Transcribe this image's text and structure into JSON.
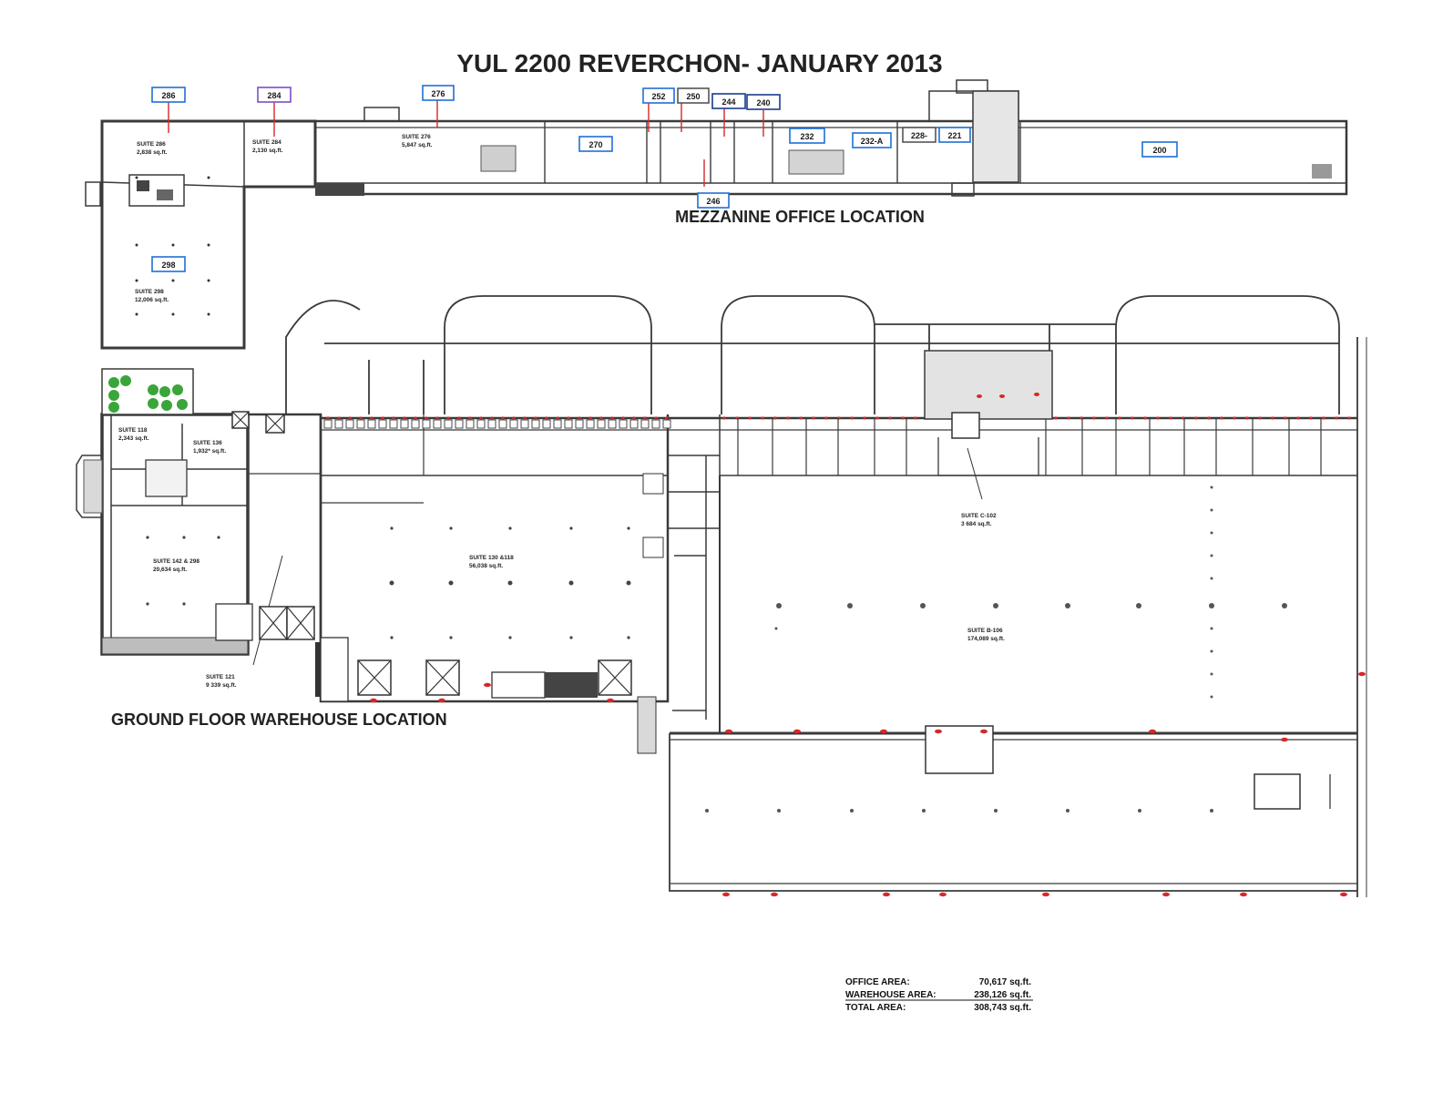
{
  "title": "YUL 2200 REVERCHON- JANUARY 2013",
  "sections": {
    "mezzanine": "MEZZANINE  OFFICE LOCATION",
    "ground": "GROUND FLOOR WAREHOUSE LOCATION"
  },
  "mezzanine_tags": [
    {
      "id": "t286",
      "label": "286"
    },
    {
      "id": "t284",
      "label": "284"
    },
    {
      "id": "t276",
      "label": "276"
    },
    {
      "id": "t252",
      "label": "252"
    },
    {
      "id": "t250",
      "label": "250"
    },
    {
      "id": "t244",
      "label": "244"
    },
    {
      "id": "t240",
      "label": "240"
    },
    {
      "id": "t270",
      "label": "270"
    },
    {
      "id": "t232",
      "label": "232"
    },
    {
      "id": "t232a",
      "label": "232-A"
    },
    {
      "id": "t228",
      "label": "228-"
    },
    {
      "id": "t221",
      "label": "221"
    },
    {
      "id": "t200",
      "label": "200"
    },
    {
      "id": "t246",
      "label": "246"
    },
    {
      "id": "t298",
      "label": "298"
    }
  ],
  "suites": [
    {
      "id": "s286",
      "name": "SUITE 286",
      "area": "2,838   sq.ft."
    },
    {
      "id": "s284",
      "name": "SUITE 284",
      "area": "2,130   sq.ft."
    },
    {
      "id": "s276",
      "name": "SUITE 276",
      "area": "5,847   sq.ft."
    },
    {
      "id": "s298",
      "name": "SUITE 298",
      "area": "12,006  sq.ft."
    },
    {
      "id": "s118",
      "name": "SUITE 118",
      "area": "2,343   sq.ft."
    },
    {
      "id": "s136",
      "name": "SUITE 136",
      "area": "1,932*  sq.ft."
    },
    {
      "id": "s142",
      "name": "SUITE 142 & 298",
      "area": "20,634   sq.ft."
    },
    {
      "id": "s121",
      "name": "SUITE 121",
      "area": "9 339   sq.ft."
    },
    {
      "id": "s130",
      "name": "SUITE 130 &118",
      "area": "56,038   sq.ft."
    },
    {
      "id": "sc102",
      "name": "SUITE C-102",
      "area": "3 684   sq.ft."
    },
    {
      "id": "sb106",
      "name": "SUITE B-106",
      "area": "174,089  sq.ft."
    }
  ],
  "area_summary": [
    {
      "label": "OFFICE  AREA:",
      "value": "70,617  sq.ft."
    },
    {
      "label": "WAREHOUSE  AREA:",
      "value": "238,126  sq.ft."
    },
    {
      "label": "TOTAL  AREA:",
      "value": "308,743  sq.ft."
    }
  ],
  "colors": {
    "wall": "#3a3a3a",
    "tag_border": "#1f6fd6",
    "tag_border_purple": "#7a4fc8",
    "leader": "#d62828",
    "dock_marker": "#d62828",
    "cyan_marker": "#1fc8d6",
    "magenta_marker": "#d63fd6",
    "greenery": "#3aa53a"
  }
}
